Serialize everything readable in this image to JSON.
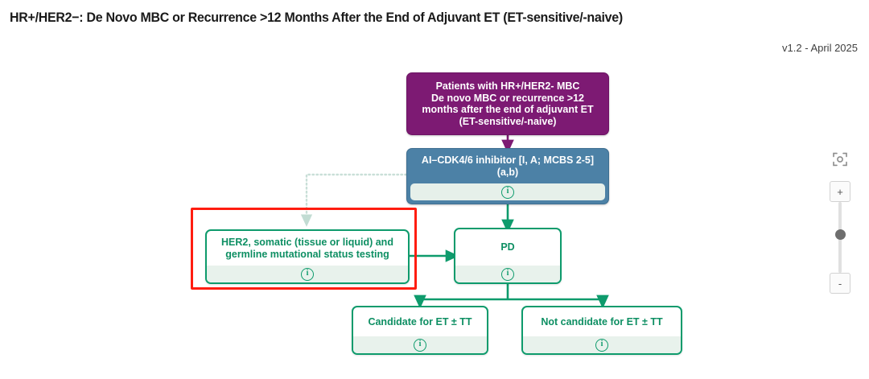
{
  "header": {
    "title": "HR+/HER2−: De Novo MBC or Recurrence >12 Months After the End of Adjuvant ET (ET-sensitive/-naive)",
    "version": "v1.2 - April 2025"
  },
  "colors": {
    "purple": "#7D1A73",
    "blue": "#4C81A6",
    "green": "#0E9B6C",
    "green_text": "#0E8F63",
    "footer_fill": "#E8F2EC",
    "selection_red": "#FF1D10",
    "dotted_connector": "#CFE3DC"
  },
  "diagram": {
    "nodes": [
      {
        "id": "patients",
        "type": "terminal",
        "style": "purple",
        "lines": [
          "Patients with HR+/HER2- MBC",
          "De novo MBC or recurrence >12",
          "months after the end of adjuvant ET",
          "(ET-sensitive/-naive)"
        ],
        "has_info": false,
        "info_label": ""
      },
      {
        "id": "ai-cdk46",
        "type": "treatment",
        "style": "blue",
        "lines": [
          "AI–CDK4/6 inhibitor [I, A; MCBS 2-5]",
          "(a,b)"
        ],
        "has_info": true,
        "info_label": "ℹ"
      },
      {
        "id": "her2-testing",
        "type": "test",
        "style": "green",
        "selected": true,
        "lines": [
          "HER2, somatic (tissue or liquid) and",
          "germline mutational status testing"
        ],
        "has_info": true,
        "info_label": "ℹ"
      },
      {
        "id": "pd",
        "type": "state",
        "style": "green",
        "lines": [
          "PD"
        ],
        "has_info": true,
        "info_label": "ℹ"
      },
      {
        "id": "candidate",
        "type": "state",
        "style": "green",
        "lines": [
          "Candidate for ET ± TT"
        ],
        "has_info": true,
        "info_label": "ℹ"
      },
      {
        "id": "not-candidate",
        "type": "state",
        "style": "green",
        "lines": [
          "Not candidate for ET ± TT"
        ],
        "has_info": true,
        "info_label": "ℹ"
      }
    ],
    "edges": [
      {
        "from": "patients",
        "to": "ai-cdk46",
        "style": "solid",
        "color": "purple"
      },
      {
        "from": "ai-cdk46",
        "to": "pd",
        "style": "solid",
        "color": "green"
      },
      {
        "from": "ai-cdk46",
        "to": "her2-testing",
        "style": "dotted",
        "color": "light-teal"
      },
      {
        "from": "her2-testing",
        "to": "pd",
        "style": "solid",
        "color": "green"
      },
      {
        "from": "pd",
        "to": "candidate",
        "style": "solid",
        "color": "green"
      },
      {
        "from": "pd",
        "to": "not-candidate",
        "style": "solid",
        "color": "green"
      }
    ]
  },
  "zoom_controls": {
    "fit_icon": "focus-frame-icon",
    "zoom_in_label": "+",
    "zoom_out_label": "-",
    "slider_position_percent": 40
  }
}
